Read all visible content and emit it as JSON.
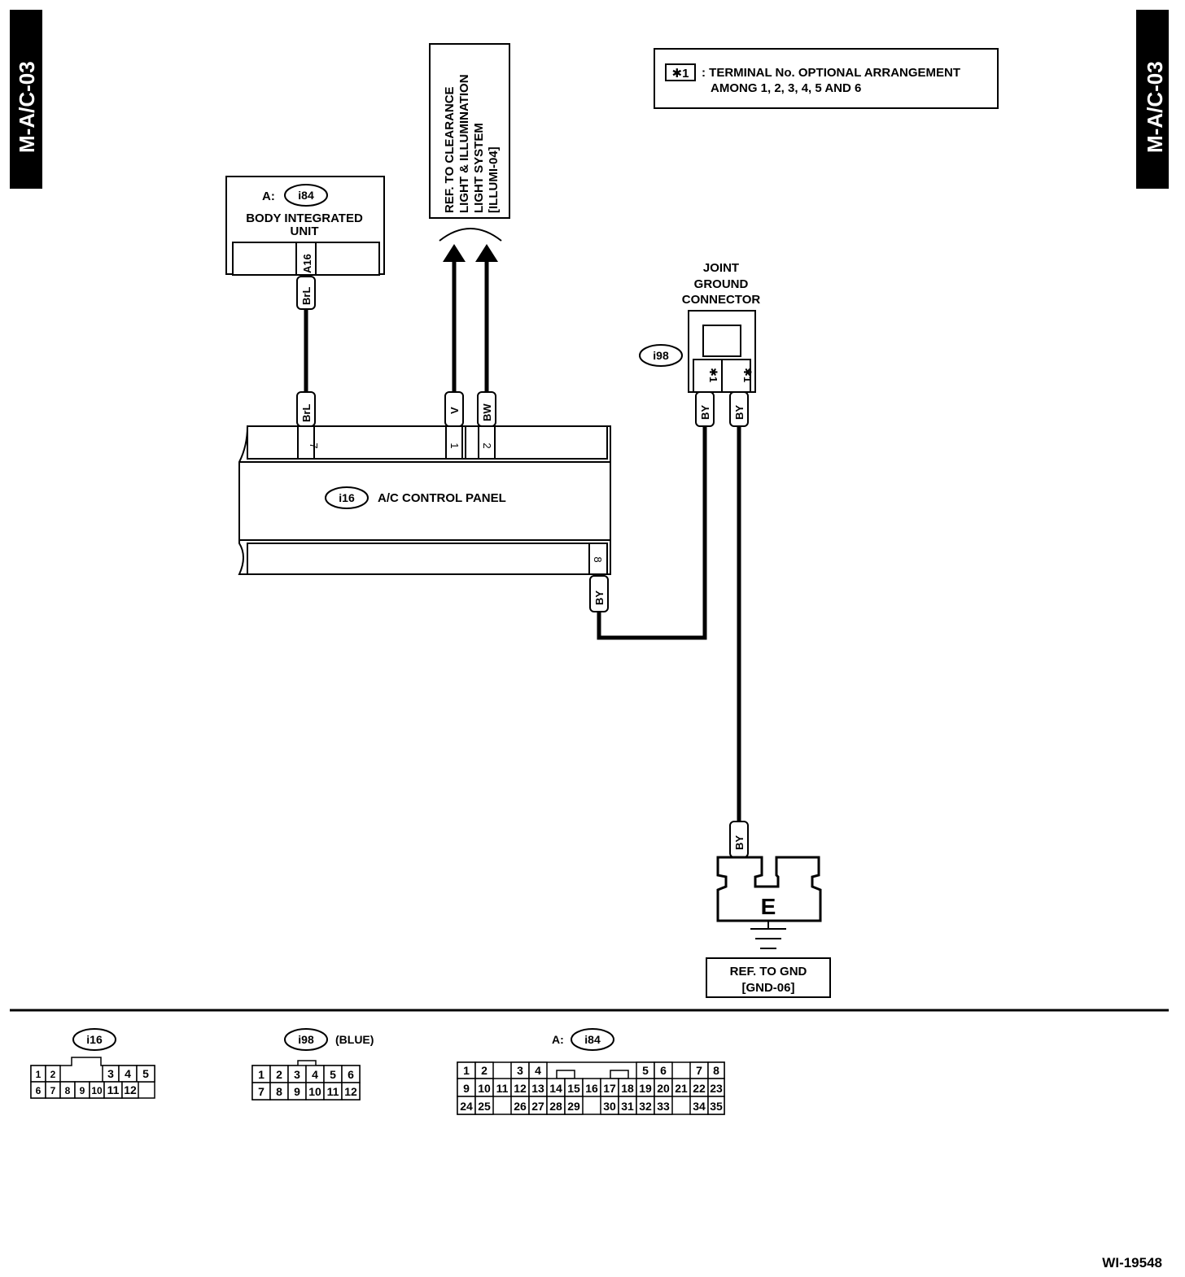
{
  "page_tab": {
    "left": "M-A/C-03",
    "right": "M-A/C-03"
  },
  "note": {
    "marker": "✱1",
    "line1": ": TERMINAL No. OPTIONAL ARRANGEMENT",
    "line2": "AMONG 1, 2, 3, 4, 5 AND 6"
  },
  "ref_clearance": {
    "lines": [
      "REF. TO CLEARANCE",
      "LIGHT & ILLUMINATION",
      "LIGHT SYSTEM",
      "[ILLUMI-04]"
    ]
  },
  "body_unit": {
    "prefix": "A:",
    "connector": "i84",
    "line1": "BODY INTEGRATED",
    "line2": "UNIT",
    "terminal": "A16",
    "wire": "BrL"
  },
  "joint_ground": {
    "line1": "JOINT",
    "line2": "GROUND",
    "line3": "CONNECTOR",
    "connector": "i98",
    "term1": "✱1",
    "term2": "✱1",
    "wire1": "BY",
    "wire2": "BY"
  },
  "ac_panel": {
    "connector": "i16",
    "label": "A/C CONTROL PANEL",
    "terminals": [
      {
        "num": "7",
        "wire": "BrL"
      },
      {
        "num": "1",
        "wire": "V"
      },
      {
        "num": "2",
        "wire": "BW"
      },
      {
        "num": "8",
        "wire": "BY"
      }
    ]
  },
  "ground": {
    "wire": "BY",
    "symbol": "E",
    "ref_line1": "REF. TO GND",
    "ref_line2": "[GND-06]"
  },
  "legend": {
    "i16": {
      "connector": "i16",
      "row1": [
        "1",
        "2",
        "",
        "3",
        "4",
        "5"
      ],
      "row2": [
        "6",
        "7",
        "8",
        "9",
        "10",
        "11",
        "12"
      ]
    },
    "i98": {
      "connector": "i98",
      "color": "(BLUE)",
      "row1": [
        "1",
        "2",
        "3",
        "4",
        "5",
        "6"
      ],
      "row2": [
        "7",
        "8",
        "9",
        "10",
        "11",
        "12"
      ]
    },
    "i84": {
      "prefix": "A:",
      "connector": "i84",
      "row1": [
        "1",
        "2",
        "3",
        "4",
        "5",
        "6",
        "7",
        "8"
      ],
      "row2": [
        "9",
        "10",
        "11",
        "12",
        "13",
        "14",
        "15",
        "16",
        "17",
        "18",
        "19",
        "20",
        "21",
        "22",
        "23"
      ],
      "row3": [
        "24",
        "25",
        "26",
        "27",
        "28",
        "29",
        "30",
        "31",
        "32",
        "33",
        "34",
        "35"
      ]
    }
  },
  "figure_id": "WI-19548"
}
